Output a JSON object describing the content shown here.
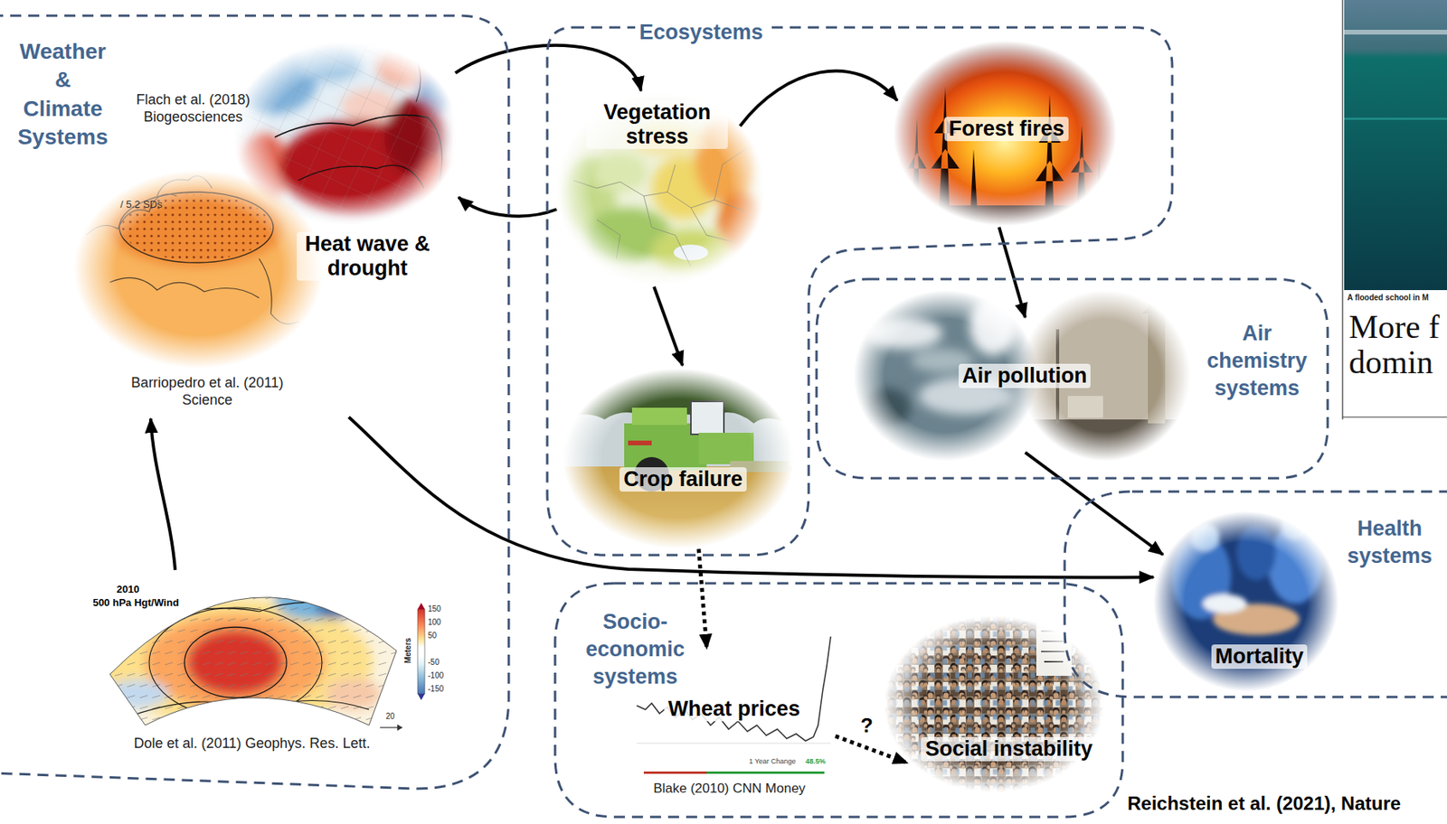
{
  "diagram": {
    "caption": "Reichstein et al. (2021), Nature",
    "nodes": [
      {
        "text": [
          "Weather & Climate Systems"
        ]
      },
      {
        "text": [
          "Heat wave & drought"
        ],
        "in": 0
      },
      {
        "text": [
          "2010",
          "500 hPa Hgt/Wind",
          "Dole et al. (2011) Geophys. Res. Lett."
        ],
        "in": 0
      },
      {
        "text": [
          "Ecosystems"
        ]
      },
      {
        "text": [
          "Vegetation stress"
        ],
        "in": 3
      },
      {
        "text": [
          "Forest fires"
        ],
        "in": 3
      },
      {
        "text": [
          "Crop failure"
        ],
        "in": 3
      },
      {
        "text": [
          "Air chemistry systems"
        ]
      },
      {
        "text": [
          "Air pollution"
        ],
        "in": 7
      },
      {
        "text": [
          "Health systems"
        ]
      },
      {
        "text": [
          "Mortality"
        ],
        "in": 9
      },
      {
        "text": [
          "Socio-economic systems"
        ]
      },
      {
        "text": [
          "Wheat prices"
        ],
        "in": 11
      },
      {
        "text": [
          "Social instability"
        ],
        "in": 11
      }
    ],
    "edges": [
      {
        "from": 1,
        "to": 4,
        "arrow": "to"
      },
      {
        "from": 4,
        "to": 1,
        "arrow": "to"
      },
      {
        "from": 4,
        "to": 5,
        "arrow": "to"
      },
      {
        "from": 4,
        "to": 6,
        "arrow": "to"
      },
      {
        "from": 5,
        "to": 8,
        "arrow": "to"
      },
      {
        "from": 8,
        "to": 10,
        "arrow": "to"
      },
      {
        "from": 1,
        "to": 10,
        "arrow": "to"
      },
      {
        "from": 2,
        "to": 1,
        "arrow": "to"
      },
      {
        "from": 6,
        "to": 12,
        "arrow": "to"
      },
      {
        "from": 12,
        "to": 13,
        "arrow": "to",
        "label": "?"
      }
    ],
    "labels": [
      "Flach et al. (2018) Biogeosciences",
      "/ 5.2 SDs",
      "Barriopedro et al. (2011) Science",
      "150",
      "100",
      "50",
      "-50",
      "-100",
      "-150",
      "Meters",
      "20",
      "1 Year Change",
      "48.5%",
      "Blake (2010) CNN Money",
      "A flooded school in M",
      "More f",
      "domin"
    ]
  }
}
